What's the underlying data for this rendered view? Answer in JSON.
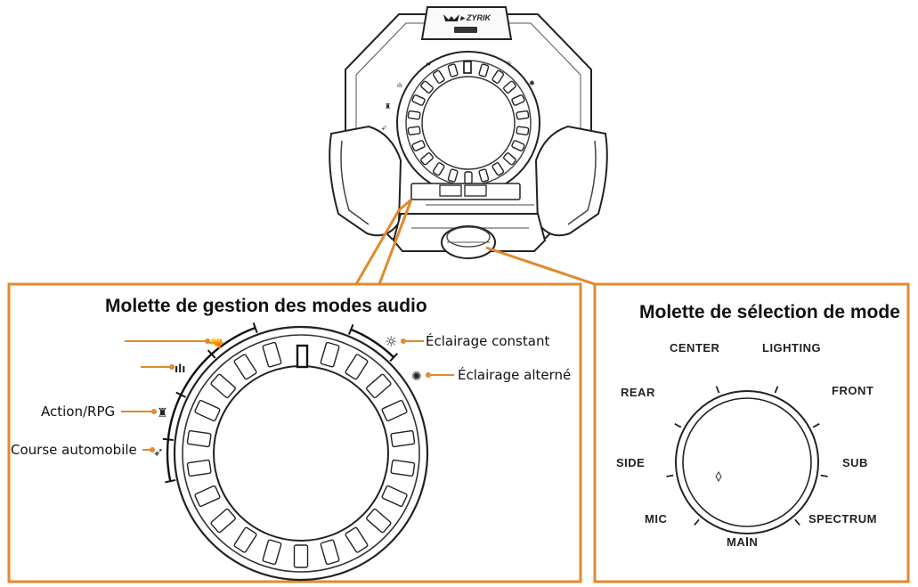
{
  "device": {
    "brand": "▸ ZYRIK"
  },
  "audio_panel": {
    "title": "Molette de gestion des modes audio",
    "modes": {
      "constant_light": "Éclairage constant",
      "alternating_light": "Éclairage alterné",
      "action_rpg": "Action/RPG",
      "racing": "Course automobile"
    },
    "icons": [
      "fps-gun-icon",
      "music-bars-icon",
      "action-rpg-icon",
      "racing-car-icon",
      "sun-constant-icon",
      "sun-alternating-icon"
    ]
  },
  "selector_panel": {
    "title": "Molette de sélection de mode",
    "modes": [
      {
        "key": "center",
        "label": "CENTER"
      },
      {
        "key": "lighting",
        "label": "LIGHTING"
      },
      {
        "key": "rear",
        "label": "REAR"
      },
      {
        "key": "front",
        "label": "FRONT"
      },
      {
        "key": "side",
        "label": "SIDE"
      },
      {
        "key": "sub",
        "label": "SUB"
      },
      {
        "key": "mic",
        "label": "MIC"
      },
      {
        "key": "spectrum",
        "label": "SPECTRUM"
      },
      {
        "key": "main",
        "label": "MAIN"
      }
    ]
  },
  "colors": {
    "accent": "#e08a2c",
    "line": "#1a1a1a",
    "panel_bg": "#ffffff"
  }
}
